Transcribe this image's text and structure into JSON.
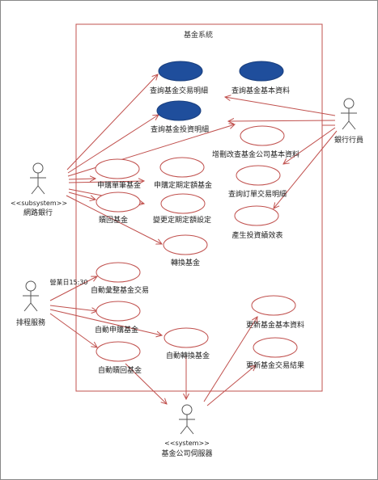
{
  "diagram": {
    "system_name": "基金系統",
    "actors": {
      "online_bank": {
        "stereotype": "<<subsystem>>",
        "name": "網路銀行"
      },
      "bank_staff": {
        "name": "銀行行員"
      },
      "scheduler": {
        "name": "排程服務"
      },
      "fund_server": {
        "stereotype": "<<system>>",
        "name": "基金公司伺服器"
      }
    },
    "use_cases": {
      "query_transactions": "查詢基金交易明細",
      "query_basic_info": "查詢基金基本資料",
      "query_investments": "查詢基金投資明細",
      "maintain_company_info": "增刪改查基金公司基本資料",
      "subscribe_single": "申購單筆基金",
      "subscribe_regular": "申購定期定額基金",
      "query_orders": "查詢訂單交易明細",
      "redeem": "贖回基金",
      "change_regular": "變更定期定額設定",
      "report_performance": "產生投資績效表",
      "switch_fund": "轉換基金",
      "auto_reconcile": "自動彙整基金交易",
      "auto_subscribe": "自動申購基金",
      "auto_switch": "自動轉換基金",
      "auto_redeem": "自動贖回基金",
      "update_basic_info": "更新基金基本資料",
      "update_results": "更新基金交易結果"
    },
    "notes": {
      "cutoff": "營業日15:30"
    },
    "colors": {
      "frame": "#c0504d",
      "association": "#c0504d",
      "filled_use_case": "#1f4e9c",
      "use_case_outline": "#c0504d",
      "actor": "#555555"
    }
  }
}
